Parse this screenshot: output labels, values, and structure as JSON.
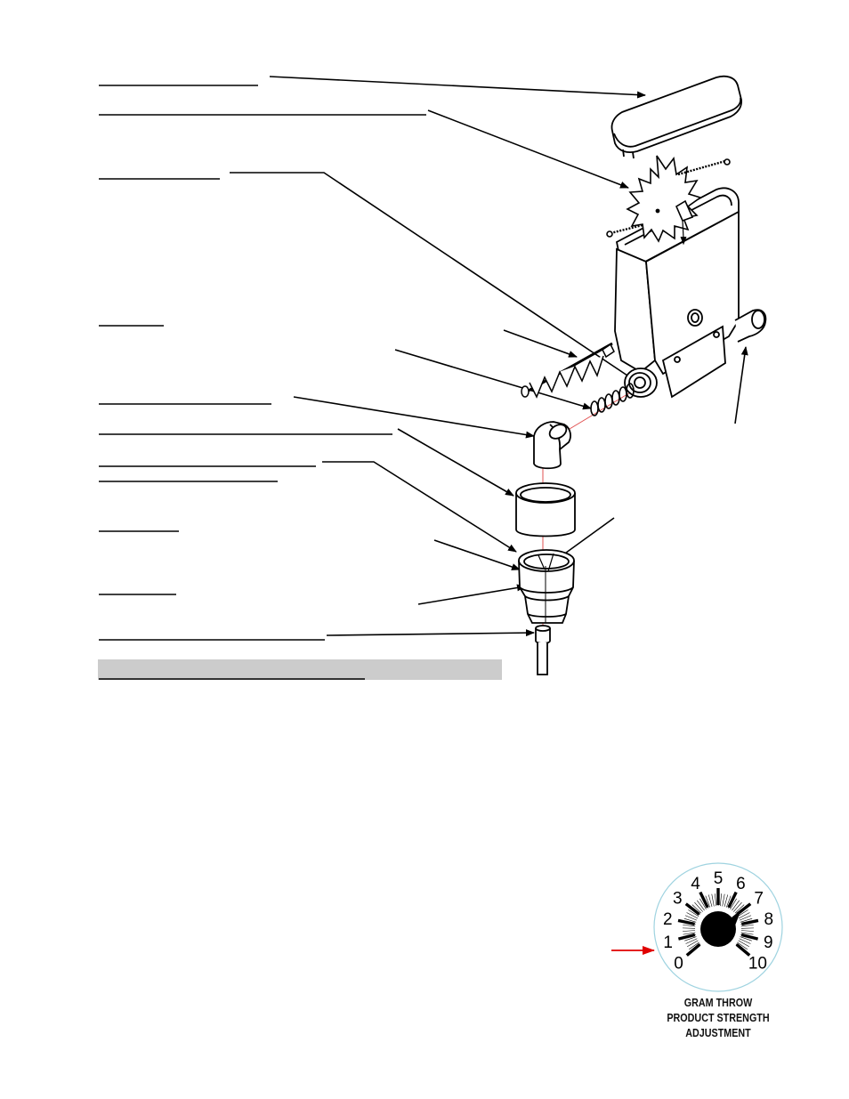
{
  "dial": {
    "numbers": [
      "0",
      "1",
      "2",
      "3",
      "4",
      "5",
      "6",
      "7",
      "8",
      "9",
      "10"
    ],
    "caption": [
      "GRAM THROW",
      "PRODUCT STRENGTH",
      "ADJUSTMENT"
    ]
  },
  "colors": {
    "line": "#000000",
    "banner": "#cccccc",
    "indicator_arrow": "#e00000",
    "axis_line": "#e05050",
    "dial_border": "#9fd3e0"
  }
}
